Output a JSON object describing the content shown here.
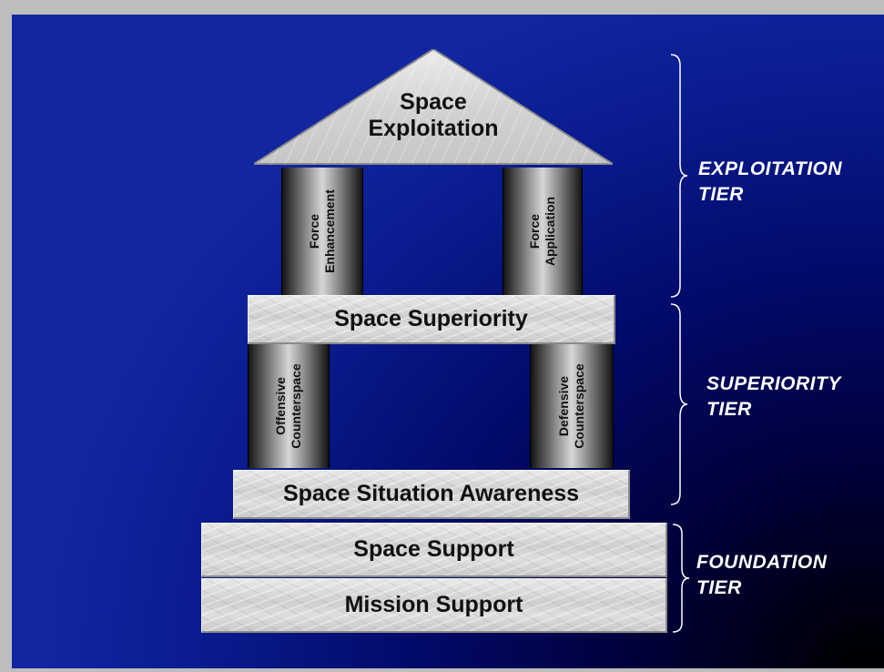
{
  "diagram": {
    "roof": {
      "line1": "Space",
      "line2": "Exploitation"
    },
    "upper_columns": [
      {
        "line1": "Force",
        "line2": "Enhancement"
      },
      {
        "line1": "Force",
        "line2": "Application"
      }
    ],
    "space_superiority": "Space Superiority",
    "lower_columns": [
      {
        "line1": "Offensive",
        "line2": "Counterspace"
      },
      {
        "line1": "Defensive",
        "line2": "Counterspace"
      }
    ],
    "space_situation_awareness": "Space Situation Awareness",
    "space_support": "Space Support",
    "mission_support": "Mission Support"
  },
  "tiers": [
    {
      "line1": "EXPLOITATION",
      "line2": "TIER"
    },
    {
      "line1": "SUPERIORITY",
      "line2": "TIER"
    },
    {
      "line1": "FOUNDATION",
      "line2": "TIER"
    }
  ],
  "colors": {
    "background_dark": "#000000",
    "background_blue": "#1226a0",
    "text_white": "#ffffff",
    "marble": "#dadada"
  }
}
